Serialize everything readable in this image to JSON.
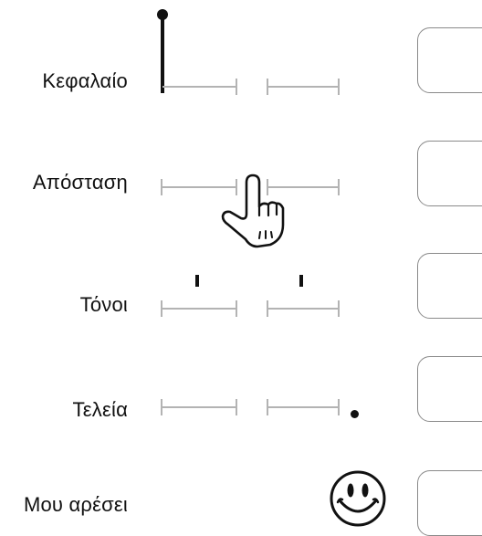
{
  "rows": [
    {
      "label": "Κεφαλαίο"
    },
    {
      "label": "Απόσταση"
    },
    {
      "label": "Τόνοι"
    },
    {
      "label": "Τελεία"
    },
    {
      "label": "Μου αρέσει"
    }
  ],
  "colors": {
    "line": "#b3b3b3",
    "ink": "#111111",
    "box_border": "#8a8a8a"
  },
  "icons": {
    "pointer": "hand-pointer-icon",
    "like": "smiley-face-icon"
  }
}
